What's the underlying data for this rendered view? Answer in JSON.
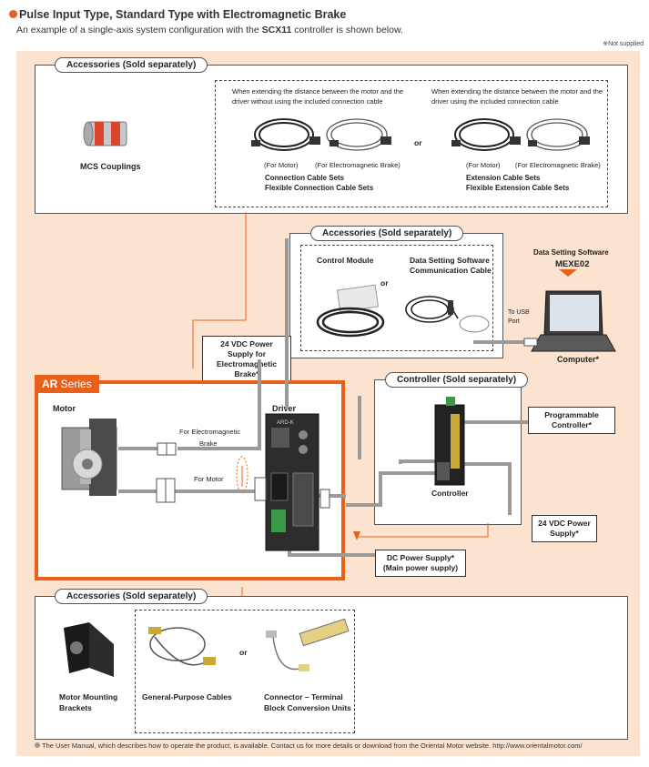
{
  "header": {
    "title": "Pulse Input Type, Standard Type with Electromagnetic Brake",
    "subtitle_pre": "An example of a single-axis system configuration with the ",
    "subtitle_bold": "SCX11",
    "subtitle_post": " controller is shown below.",
    "not_supplied": "※Not supplied"
  },
  "top_accessories": {
    "tab": "Accessories (Sold separately)",
    "coupling_bold": "MCS",
    "coupling_rest": " Couplings",
    "left_desc_1": "When extending the distance between the motor and the",
    "left_desc_2": "driver without using the included connection cable",
    "right_desc_1": "When extending the distance between the motor and the",
    "right_desc_2": "driver using the included connection cable",
    "for_motor": "(For Motor)",
    "for_brake": "(For Electromagnetic Brake)",
    "or": "or",
    "left_name_1": "Connection Cable Sets",
    "left_name_2": "Flexible Connection Cable Sets",
    "right_name_1": "Extension Cable Sets",
    "right_name_2": "Flexible Extension Cable Sets"
  },
  "mid_accessories": {
    "tab": "Accessories (Sold separately)",
    "control_module": "Control Module",
    "or": "or",
    "comm_cable_1": "Data Setting Software",
    "comm_cable_2": "Communication Cable"
  },
  "software": {
    "label": "Data Setting Software",
    "name": "MEXE02",
    "usb_1": "To USB",
    "usb_2": "Port",
    "computer": "Computer*"
  },
  "brake_supply": {
    "line1": "24 VDC Power Supply for",
    "line2": "Electromagnetic Brake*"
  },
  "ar_series": {
    "tab_bold": "AR",
    "tab_rest": " Series",
    "motor": "Motor",
    "driver": "Driver",
    "brake_cable_1": "For Electromagnetic",
    "brake_cable_2": "Brake",
    "motor_cable": "For Motor",
    "driver_model": "ARD-K"
  },
  "controller": {
    "tab": "Controller (Sold separately)",
    "label": "Controller"
  },
  "plc": {
    "line1": "Programmable",
    "line2": "Controller*"
  },
  "vdc24": {
    "line1": "24 VDC Power",
    "line2": "Supply*"
  },
  "dc_supply": {
    "line1": "DC Power Supply*",
    "line2": "(Main power supply)"
  },
  "bottom_accessories": {
    "tab": "Accessories (Sold separately)",
    "brackets_1": "Motor Mounting",
    "brackets_2": "Brackets",
    "cables": "General-Purpose Cables",
    "or": "or",
    "terminal_1": "Connector – Terminal",
    "terminal_2": "Block Conversion Units"
  },
  "footer": "The User Manual, which describes how to operate the product, is available. Contact us for more details or download from the Oriental Motor website. http://www.orientalmotor.com/",
  "colors": {
    "accent": "#e8611a",
    "background": "#fbe3cf",
    "cable_gray": "#9a9a9a"
  }
}
